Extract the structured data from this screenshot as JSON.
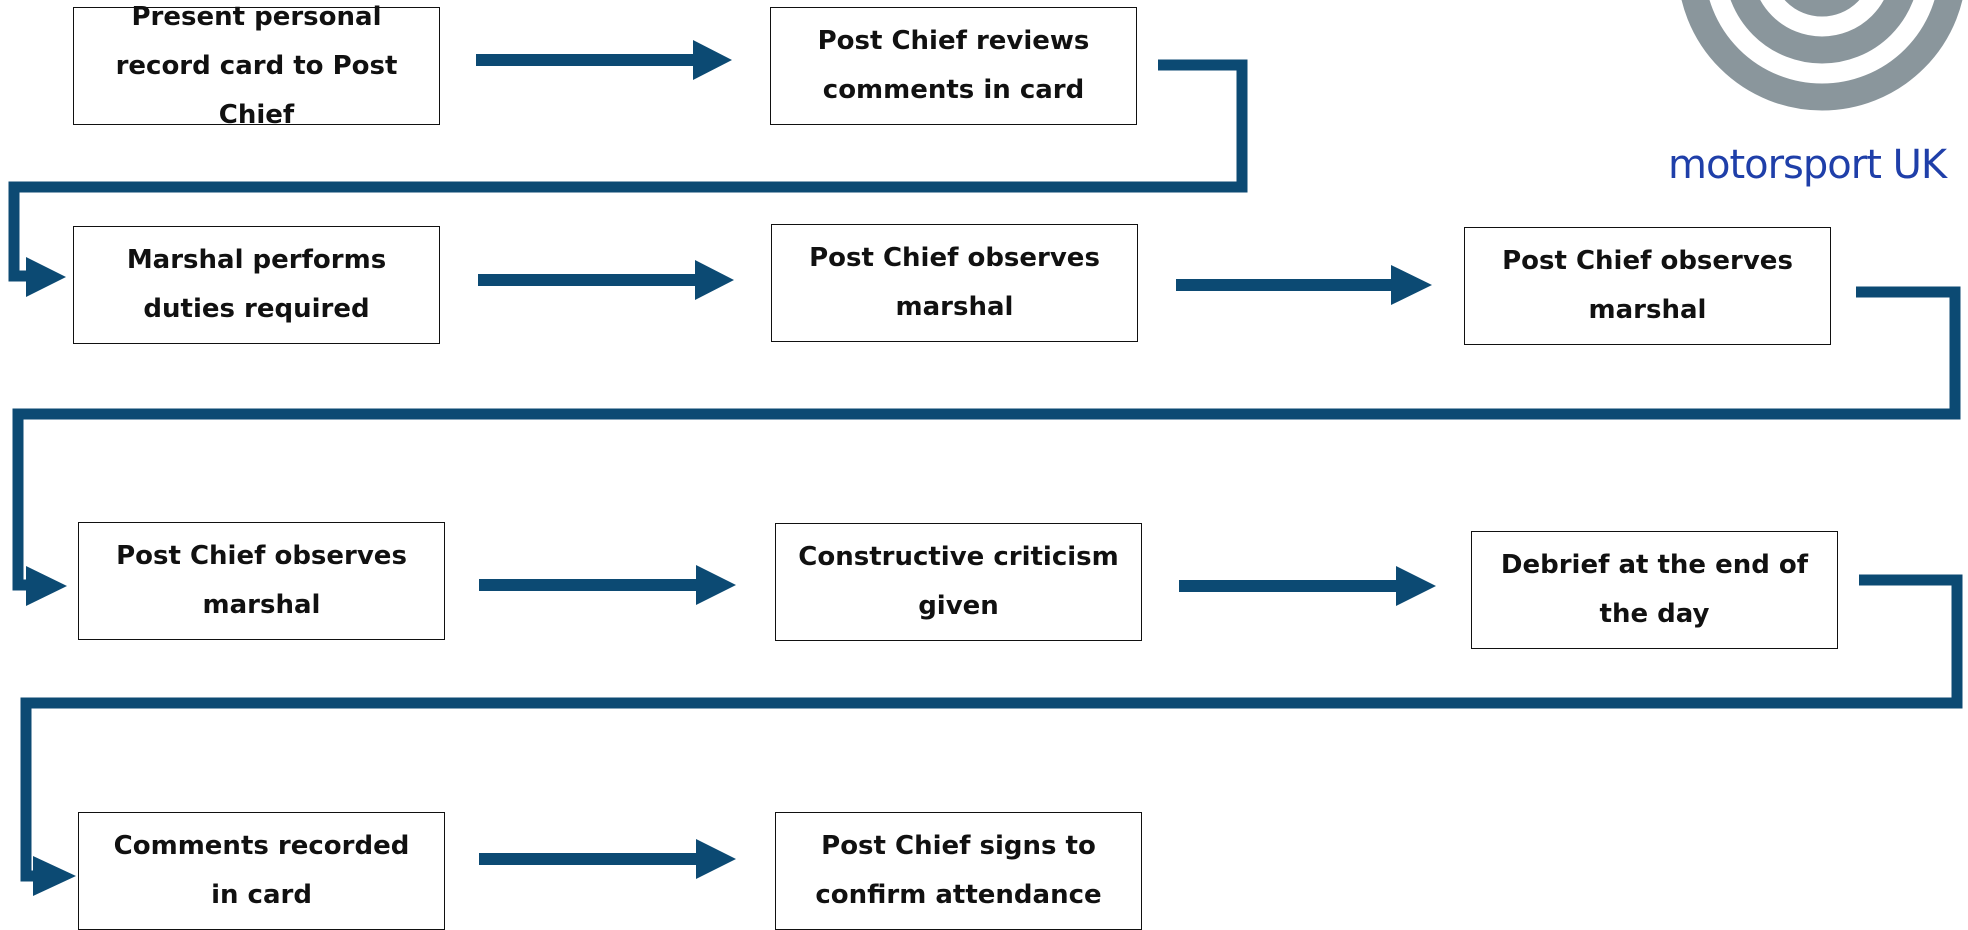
{
  "flowchart": {
    "steps": [
      "Present personal record card to Post Chief",
      "Post Chief reviews comments in card",
      "Marshal performs duties required",
      "Post Chief observes marshal",
      "Post Chief observes marshal",
      "Post Chief observes marshal",
      "Constructive criticism given",
      "Debrief at the end of the day",
      "Comments recorded in card",
      "Post Chief signs to confirm attendance"
    ]
  },
  "logo": {
    "text": "motorsport UK",
    "ring_color": "#8a969c",
    "text_color": "#1f3fa9"
  },
  "colors": {
    "arrow": "#0c4a73",
    "box_border": "#111111"
  }
}
